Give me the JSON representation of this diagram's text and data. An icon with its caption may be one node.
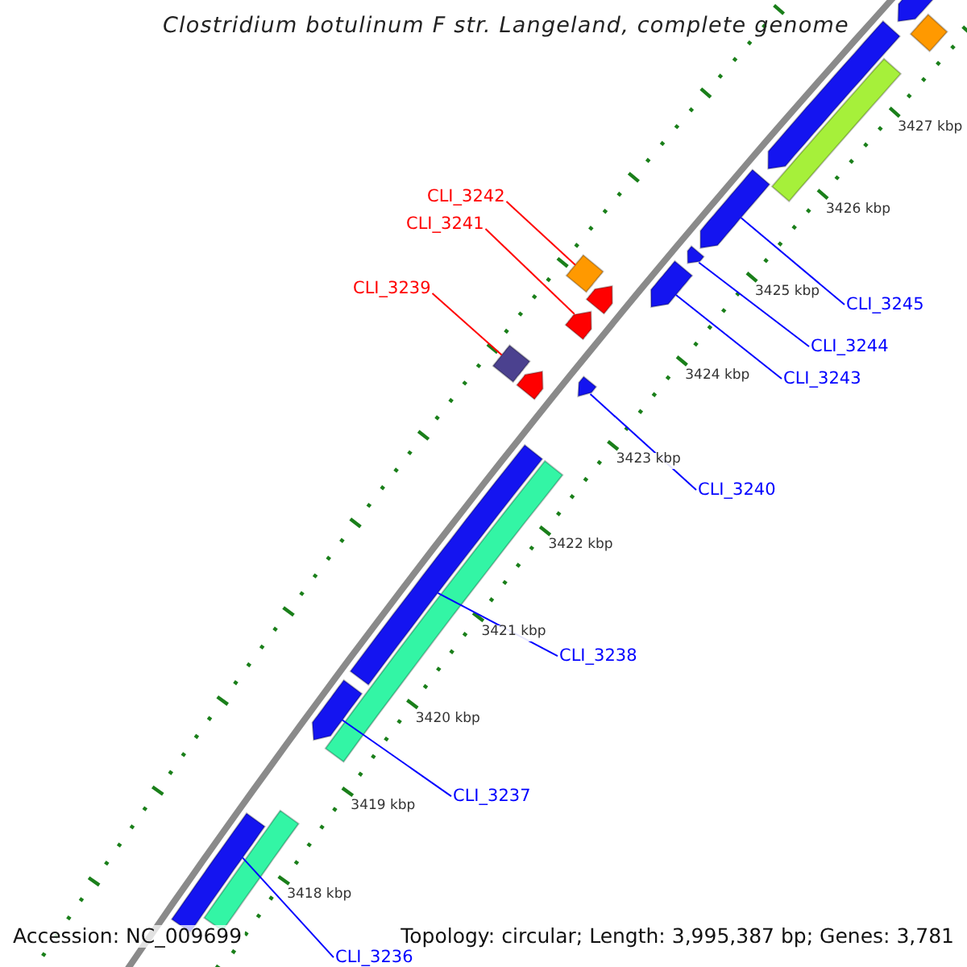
{
  "diagram": {
    "title": "Clostridium botulinum F str. Langeland, complete genome",
    "nodes": [
      {
        "text": [
          "CLI_3242"
        ]
      },
      {
        "text": [
          "CLI_3241"
        ]
      },
      {
        "text": [
          "CLI_3239"
        ]
      },
      {
        "text": [
          "CLI_3245"
        ]
      },
      {
        "text": [
          "CLI_3244"
        ]
      },
      {
        "text": [
          "CLI_3243"
        ]
      },
      {
        "text": [
          "CLI_3240"
        ]
      },
      {
        "text": [
          "CLI_3238"
        ]
      },
      {
        "text": [
          "CLI_3237"
        ]
      },
      {
        "text": [
          "CLI_3236"
        ]
      },
      {
        "text": [],
        "shape": "arrow"
      },
      {
        "text": [],
        "shape": "box"
      },
      {
        "text": [],
        "shape": "arrow"
      },
      {
        "text": [],
        "shape": "bar"
      },
      {
        "text": [],
        "shape": "arrow"
      },
      {
        "text": [],
        "shape": "arrow"
      },
      {
        "text": [],
        "shape": "arrow"
      },
      {
        "text": [],
        "shape": "box"
      },
      {
        "text": [],
        "shape": "arrow"
      },
      {
        "text": [],
        "shape": "arrow"
      },
      {
        "text": [],
        "shape": "box"
      },
      {
        "text": [],
        "shape": "arrow"
      },
      {
        "text": [],
        "shape": "arrow"
      },
      {
        "text": [],
        "shape": "bar"
      },
      {
        "text": [],
        "shape": "bar"
      },
      {
        "text": [],
        "shape": "arrow"
      },
      {
        "text": [],
        "shape": "bar"
      },
      {
        "text": [],
        "shape": "bar"
      }
    ],
    "edges": [
      {
        "from": 0,
        "to": 17,
        "arrow": "none",
        "color": "#ff0000"
      },
      {
        "from": 1,
        "to": 19,
        "arrow": "none",
        "color": "#ff0000"
      },
      {
        "from": 2,
        "to": 20,
        "arrow": "none",
        "color": "#ff0000"
      },
      {
        "from": 3,
        "to": 14,
        "arrow": "none"
      },
      {
        "from": 4,
        "to": 15,
        "arrow": "none"
      },
      {
        "from": 5,
        "to": 16,
        "arrow": "none"
      },
      {
        "from": 6,
        "to": 22,
        "arrow": "none"
      },
      {
        "from": 7,
        "to": 23,
        "arrow": "none"
      },
      {
        "from": 8,
        "to": 25,
        "arrow": "none"
      },
      {
        "from": 9,
        "to": 26,
        "arrow": "none"
      }
    ],
    "labels": [
      "3427 kbp",
      "3426 kbp",
      "3425 kbp",
      "3424 kbp",
      "3423 kbp",
      "3422 kbp",
      "3421 kbp",
      "3420 kbp",
      "3419 kbp",
      "3418 kbp",
      "Accession: NC_009699",
      "Topology: circular; Length: 3,995,387 bp; Genes: 3,781"
    ]
  }
}
